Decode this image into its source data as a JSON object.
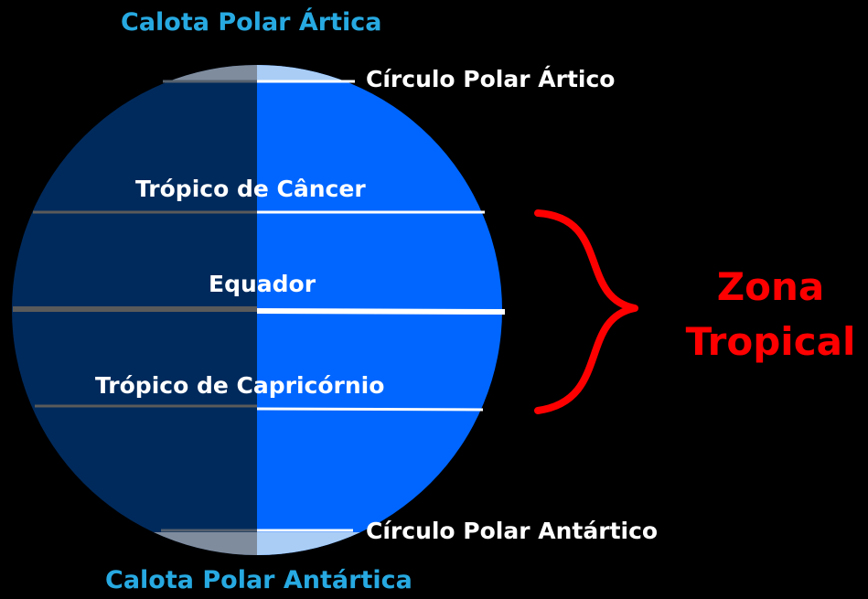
{
  "caps": {
    "north": "Calota Polar Ártica",
    "south": "Calota Polar Antártica"
  },
  "lines": {
    "arctic_circle": "Círculo Polar Ártico",
    "tropic_cancer": "Trópico de Câncer",
    "equator": "Equador",
    "tropic_capricorn": "Trópico de Capricórnio",
    "antarctic_circle": "Círculo Polar Antártico"
  },
  "zone": {
    "line1": "Zona",
    "line2": "Tropical"
  },
  "colors": {
    "background": "#000000",
    "globe_dark": "#002a5c",
    "globe_light": "#0066ff",
    "polar_cap_dark": "#7f8c9e",
    "polar_cap_light": "#a9cdf5",
    "cap_label": "#27a9e1",
    "line_label": "#ffffff",
    "zone": "#ff0000"
  }
}
